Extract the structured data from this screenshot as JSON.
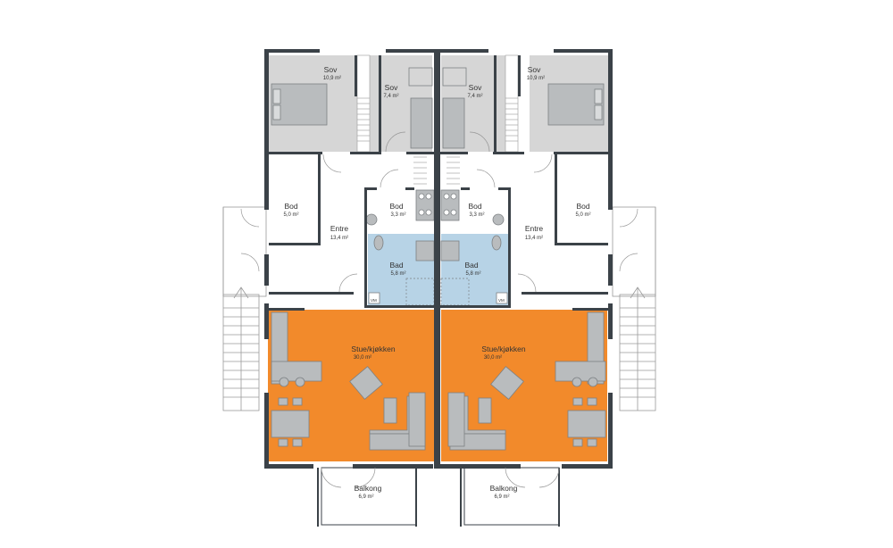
{
  "plan": {
    "colors": {
      "background": "#ffffff",
      "wall": "#3b4248",
      "bedroom_floor": "#d6d6d6",
      "bathroom_floor": "#b7d3e6",
      "living_floor": "#f28a2b",
      "furniture": "#b9bcbe",
      "furniture_stroke": "#7d8184",
      "stairs": "#9a9a9a"
    },
    "units": [
      {
        "id": "left",
        "rooms": {
          "sov_large": {
            "name": "Sov",
            "area": "10,9 m²"
          },
          "sov_small": {
            "name": "Sov",
            "area": "7,4 m²"
          },
          "bod_side": {
            "name": "Bod",
            "area": "5,0 m²"
          },
          "entre": {
            "name": "Entre",
            "area": "13,4 m²"
          },
          "bod_center": {
            "name": "Bod",
            "area": "3,3 m²"
          },
          "bad": {
            "name": "Bad",
            "area": "5,8 m²"
          },
          "stue": {
            "name": "Stue/kjøkken",
            "area": "30,0 m²"
          },
          "balkong": {
            "name": "Balkong",
            "area": "6,9 m²"
          }
        },
        "vm_label": "VM"
      },
      {
        "id": "right",
        "rooms": {
          "sov_large": {
            "name": "Sov",
            "area": "10,9 m²"
          },
          "sov_small": {
            "name": "Sov",
            "area": "7,4 m²"
          },
          "bod_side": {
            "name": "Bod",
            "area": "5,0 m²"
          },
          "entre": {
            "name": "Entre",
            "area": "13,4 m²"
          },
          "bod_center": {
            "name": "Bod",
            "area": "3,3 m²"
          },
          "bad": {
            "name": "Bad",
            "area": "5,8 m²"
          },
          "stue": {
            "name": "Stue/kjøkken",
            "area": "30,0 m²"
          },
          "balkong": {
            "name": "Balkong",
            "area": "6,9 m²"
          }
        },
        "vm_label": "VM"
      }
    ]
  }
}
